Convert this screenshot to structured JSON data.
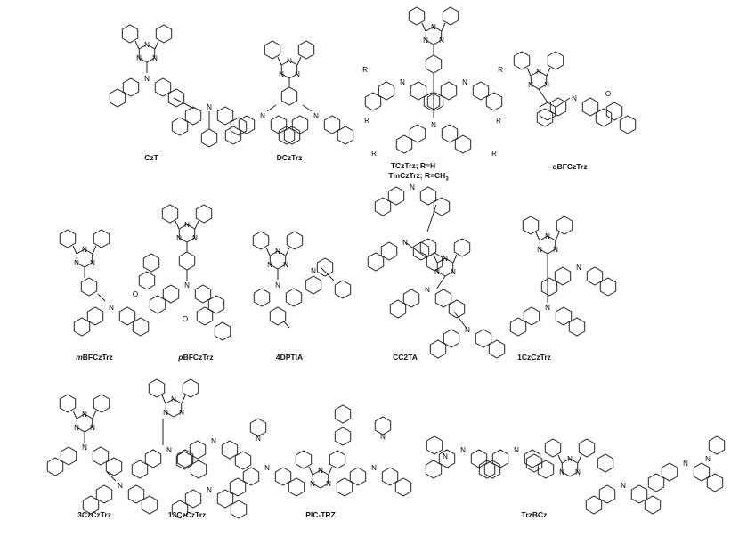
{
  "compounds": [
    {
      "id": "czt",
      "label": "CzT"
    },
    {
      "id": "dcztrz",
      "label": "DCzTrz"
    },
    {
      "id": "tcztrz",
      "label": "TCzTrz; R=H",
      "label2": "TmCzTrz; R=CH",
      "label2_sub": "3"
    },
    {
      "id": "obfcztrz",
      "label": "oBFCzTrz"
    },
    {
      "id": "mbfcztrz",
      "prefix": "m",
      "label": "BFCzTrz"
    },
    {
      "id": "pbfcztrz",
      "prefix": "p",
      "label": "BFCzTrz"
    },
    {
      "id": "4dptia",
      "label": "4DPTIA"
    },
    {
      "id": "cc2ta",
      "label": "CC2TA"
    },
    {
      "id": "1czcztrz",
      "label": "1CzCzTrz"
    },
    {
      "id": "3czcztrz",
      "label": "3CzCzTrz"
    },
    {
      "id": "13czcztrz",
      "label": "13CzCzTrz"
    },
    {
      "id": "pic-trz",
      "label": "PIC-TRZ"
    },
    {
      "id": "trzbcz",
      "label": "TrzBCz"
    }
  ],
  "atoms": {
    "N": "N",
    "O": "O",
    "R": "R"
  }
}
